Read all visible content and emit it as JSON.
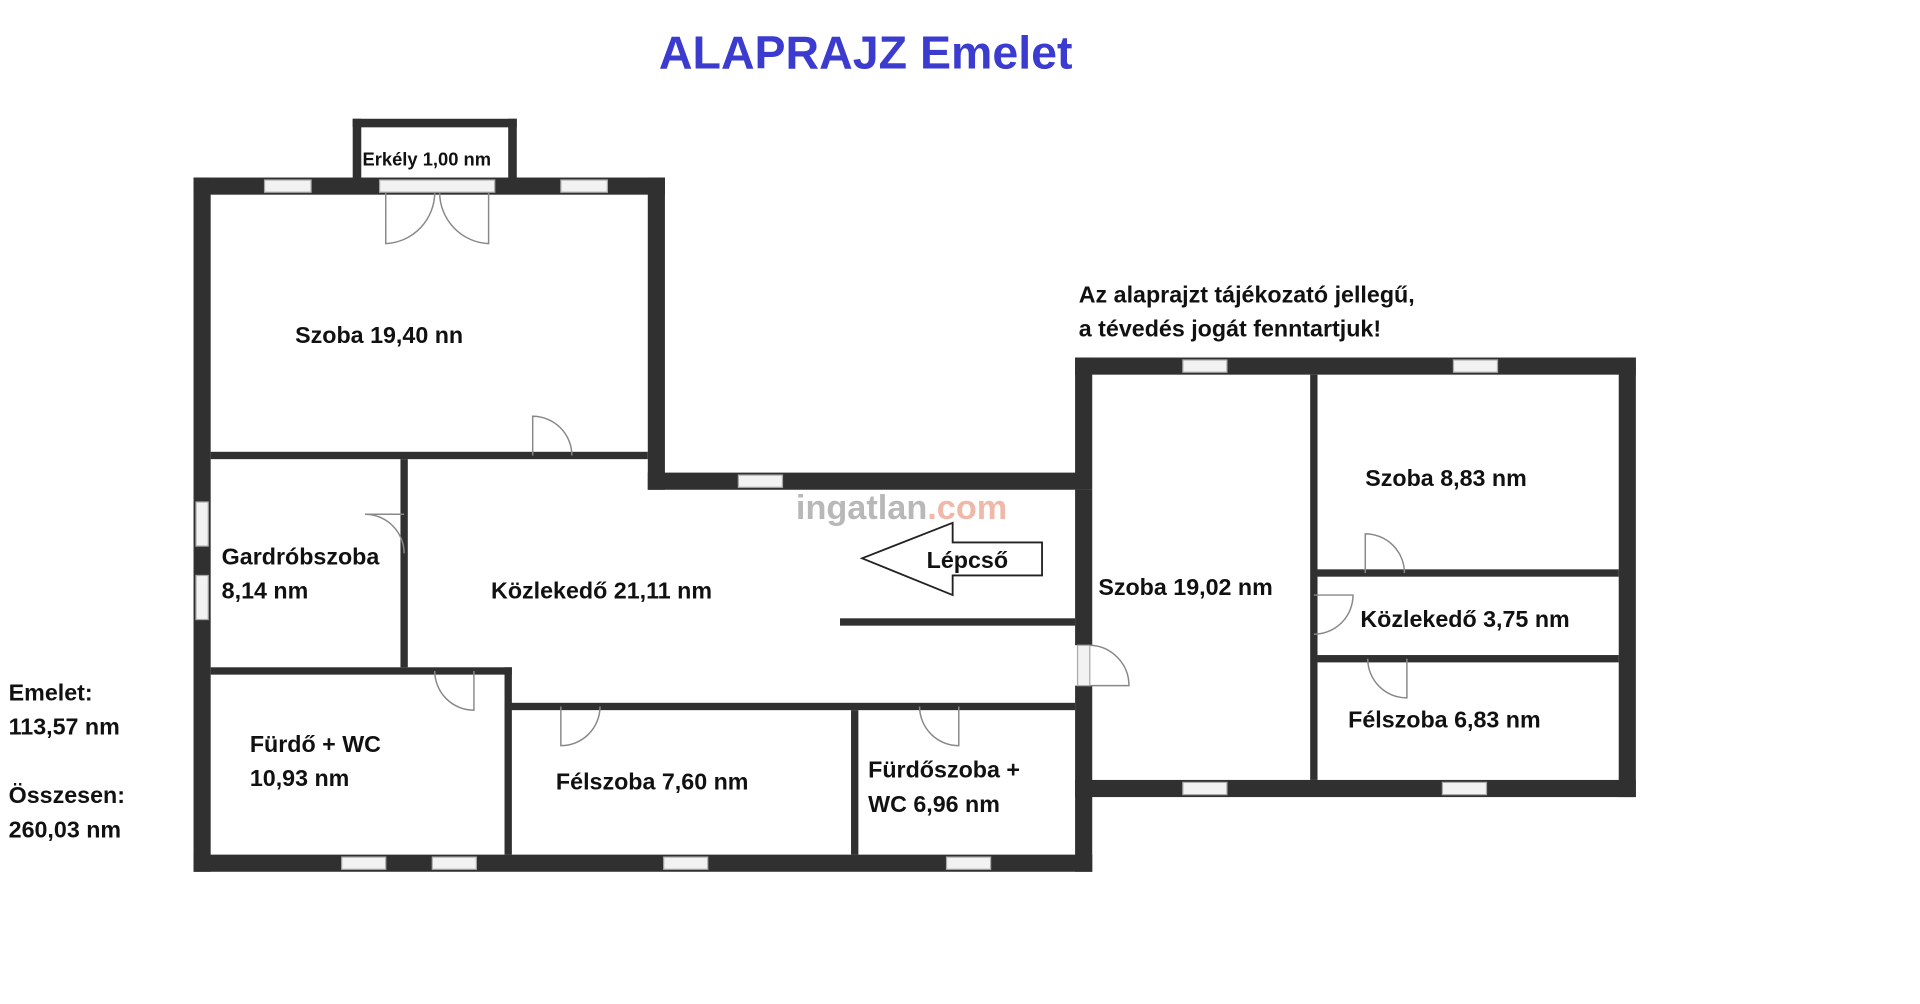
{
  "title": "ALAPRAJZ Emelet",
  "colors": {
    "title": "#3b3bd0",
    "wall": "#303030",
    "watermark_gray": "#b0b0b0",
    "watermark_accent": "#f0b8a8"
  },
  "watermark": {
    "main": "ingatlan",
    "suffix": ".com"
  },
  "disclaimer": {
    "line1": "Az alaprajzt tájékozató jellegű,",
    "line2": "a tévedés jogát fenntartjuk!"
  },
  "rooms": {
    "erkely": "Erkély 1,00 nm",
    "szoba1": "Szoba 19,40 nn",
    "gardrob1": "Gardróbszoba",
    "gardrob2": "8,14 nm",
    "kozlekedo1": "Közlekedő 21,11 nm",
    "furdo1": "Fürdő + WC",
    "furdo2": "10,93 nm",
    "felszoba1": "Félszoba 7,60 nm",
    "furdoszoba1": "Fürdőszoba +",
    "furdoszoba2": "WC 6,96 nm",
    "szoba2": "Szoba 19,02 nm",
    "szoba3": "Szoba 8,83 nm",
    "kozlekedo2": "Közlekedő 3,75 nm",
    "felszoba2": "Félszoba 6,83 nm"
  },
  "stairs_label": "Lépcső",
  "totals": {
    "floor_label": "Emelet:",
    "floor_value": "113,57 nm",
    "total_label": "Összesen:",
    "total_value": "260,03 nm"
  }
}
